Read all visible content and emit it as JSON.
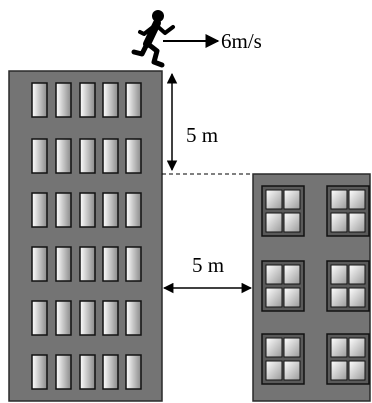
{
  "labels": {
    "speed": "6m/s",
    "height_gap": "5 m",
    "horizontal_gap": "5 m"
  },
  "colors": {
    "building_fill": "#747474",
    "building_outline": "#2a2a2a",
    "window_frame": "#111111",
    "window_light": "#ffffff",
    "window_dark": "#8a8a8a",
    "ink": "#000000"
  },
  "icons": {
    "runner": "running-person-silhouette"
  }
}
